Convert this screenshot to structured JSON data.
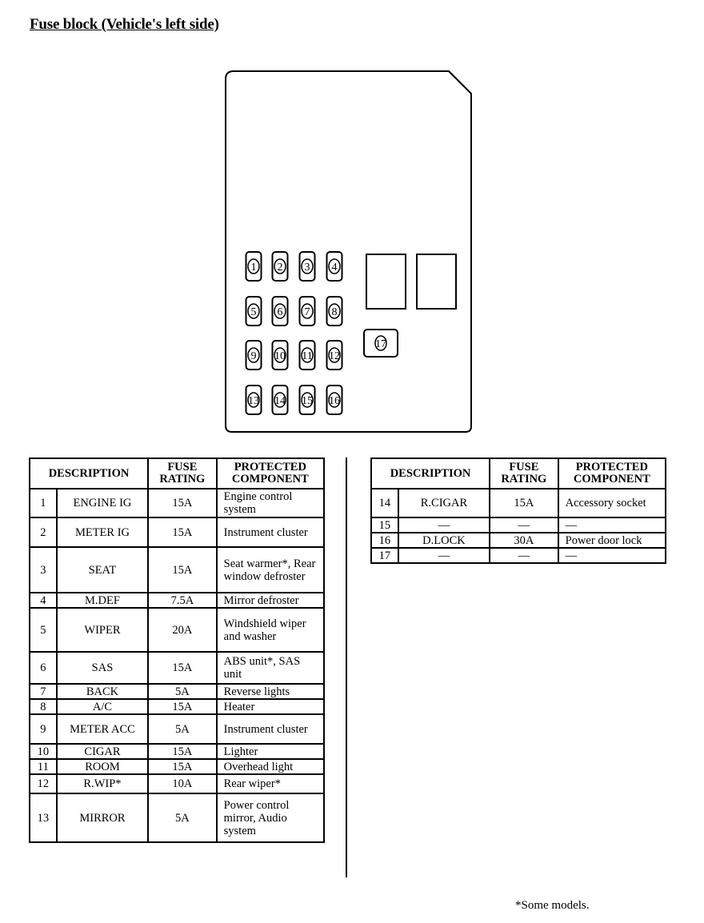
{
  "title": "Fuse block (Vehicle's left side)",
  "diagram": {
    "fuse_numbers": [
      "1",
      "2",
      "3",
      "4",
      "5",
      "6",
      "7",
      "8",
      "9",
      "10",
      "11",
      "12",
      "13",
      "14",
      "15",
      "16",
      "17"
    ]
  },
  "headers": {
    "description": "DESCRIPTION",
    "fuse_rating_line1": "FUSE",
    "fuse_rating_line2": "RATING",
    "protected_line1": "PROTECTED",
    "protected_line2": "COMPONENT"
  },
  "left_rows": [
    {
      "no": "1",
      "desc": "ENGINE IG",
      "rating": "15A",
      "comp": "Engine control system"
    },
    {
      "no": "2",
      "desc": "METER IG",
      "rating": "15A",
      "comp": "Instrument cluster"
    },
    {
      "no": "3",
      "desc": "SEAT",
      "rating": "15A",
      "comp": "Seat warmer*, Rear window defroster"
    },
    {
      "no": "4",
      "desc": "M.DEF",
      "rating": "7.5A",
      "comp": "Mirror defroster"
    },
    {
      "no": "5",
      "desc": "WIPER",
      "rating": "20A",
      "comp": "Windshield wiper and washer"
    },
    {
      "no": "6",
      "desc": "SAS",
      "rating": "15A",
      "comp": "ABS unit*, SAS unit"
    },
    {
      "no": "7",
      "desc": "BACK",
      "rating": "5A",
      "comp": "Reverse lights"
    },
    {
      "no": "8",
      "desc": "A/C",
      "rating": "15A",
      "comp": "Heater"
    },
    {
      "no": "9",
      "desc": "METER ACC",
      "rating": "5A",
      "comp": "Instrument cluster"
    },
    {
      "no": "10",
      "desc": "CIGAR",
      "rating": "15A",
      "comp": "Lighter"
    },
    {
      "no": "11",
      "desc": "ROOM",
      "rating": "15A",
      "comp": "Overhead light"
    },
    {
      "no": "12",
      "desc": "R.WIP*",
      "rating": "10A",
      "comp": "Rear wiper*"
    },
    {
      "no": "13",
      "desc": "MIRROR",
      "rating": "5A",
      "comp": "Power control mirror, Audio system"
    }
  ],
  "right_rows": [
    {
      "no": "14",
      "desc": "R.CIGAR",
      "rating": "15A",
      "comp": "Accessory socket"
    },
    {
      "no": "15",
      "desc": "—",
      "rating": "—",
      "comp": "—"
    },
    {
      "no": "16",
      "desc": "D.LOCK",
      "rating": "30A",
      "comp": "Power door lock"
    },
    {
      "no": "17",
      "desc": "—",
      "rating": "—",
      "comp": "—"
    }
  ],
  "footnote": "*Some models."
}
